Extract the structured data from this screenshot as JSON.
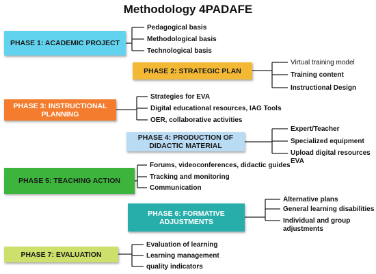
{
  "title": "Methodology 4PADAFE",
  "colors": {
    "phase1": "#62d3ef",
    "phase2": "#f3b935",
    "phase3": "#f47c2e",
    "phase4": "#b9dbf3",
    "phase5": "#3db43c",
    "phase6": "#27aeaa",
    "phase7": "#cce06b",
    "line": "#222222"
  },
  "phases": [
    {
      "label": "PHASE 1: ACADEMIC PROJECT",
      "items": [
        "Pedagogical basis",
        "Methodological basis",
        "Technological basis"
      ]
    },
    {
      "label": "PHASE 2: STRATEGIC PLAN",
      "items": [
        "Virtual training model",
        "Training content",
        "Instructional Design"
      ]
    },
    {
      "label": "PHASE 3: INSTRUCTIONAL PLANNING",
      "items": [
        "Strategies for EVA",
        "Digital educational resources, IAG Tools",
        "OER, collaborative activities"
      ]
    },
    {
      "label": "PHASE 4: PRODUCTION OF DIDACTIC MATERIAL",
      "items": [
        "Expert/Teacher",
        "Specialized equipment",
        "Upload digital resources EVA"
      ]
    },
    {
      "label": "PHASE 5: TEACHING ACTION",
      "items": [
        "Forums, videoconferences, didactic guides",
        "Tracking and monitoring",
        "Communication"
      ]
    },
    {
      "label": "PHASE 6: FORMATIVE ADJUSTMENTS",
      "items": [
        "Alternative plans",
        "General learning disabilities",
        "Individual and group adjustments"
      ]
    },
    {
      "label": "PHASE 7: EVALUATION",
      "items": [
        "Evaluation of learning",
        "Learning management",
        "quality indicators"
      ]
    }
  ]
}
